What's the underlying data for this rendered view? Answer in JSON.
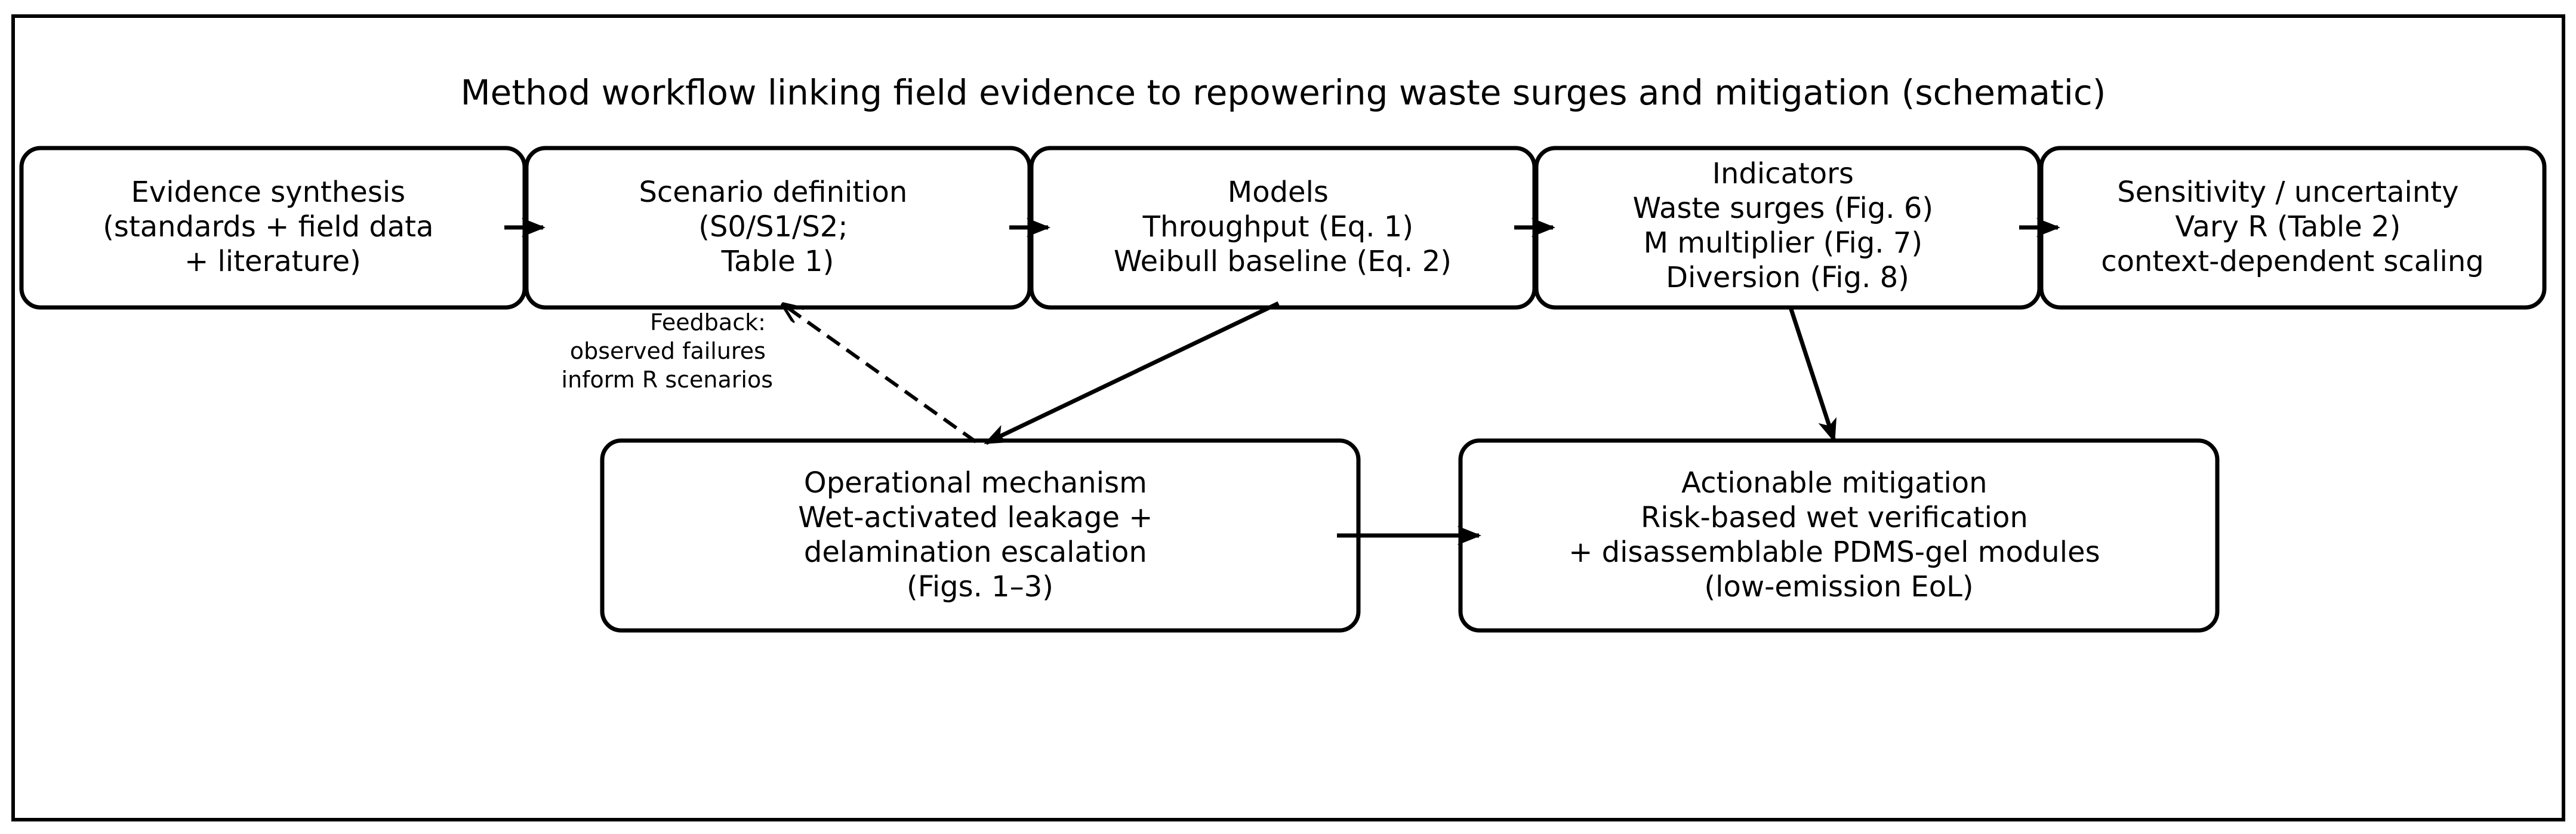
{
  "title": "Method workflow linking field evidence to repowering waste surges and mitigation (schematic)",
  "nodes": {
    "evidence": {
      "lines": [
        "Evidence synthesis",
        "(standards + field data",
        "+ literature)"
      ]
    },
    "scenario": {
      "lines": [
        "Scenario definition",
        "(S0/S1/S2;",
        "Table 1)"
      ]
    },
    "models": {
      "lines": [
        "Models",
        "Throughput (Eq. 1)",
        "Weibull baseline (Eq. 2)"
      ]
    },
    "indicators": {
      "lines": [
        "Indicators",
        "Waste surges (Fig. 6)",
        "M multiplier (Fig. 7)",
        "Diversion (Fig. 8)"
      ]
    },
    "sensitivity": {
      "lines": [
        "Sensitivity / uncertainty",
        "Vary R (Table 2)",
        "context-dependent scaling"
      ]
    },
    "mechanism": {
      "lines": [
        "Operational mechanism",
        "Wet-activated leakage +",
        "delamination escalation",
        "(Figs. 1–3)"
      ]
    },
    "mitigation": {
      "lines": [
        "Actionable mitigation",
        "Risk-based wet verification",
        "+ disassemblable PDMS-gel modules",
        "(low-emission EoL)"
      ]
    }
  },
  "feedback_note": {
    "lines": [
      "Feedback:",
      "observed failures",
      "inform R scenarios"
    ]
  },
  "colors": {
    "stroke": "#000000",
    "background": "#ffffff"
  }
}
